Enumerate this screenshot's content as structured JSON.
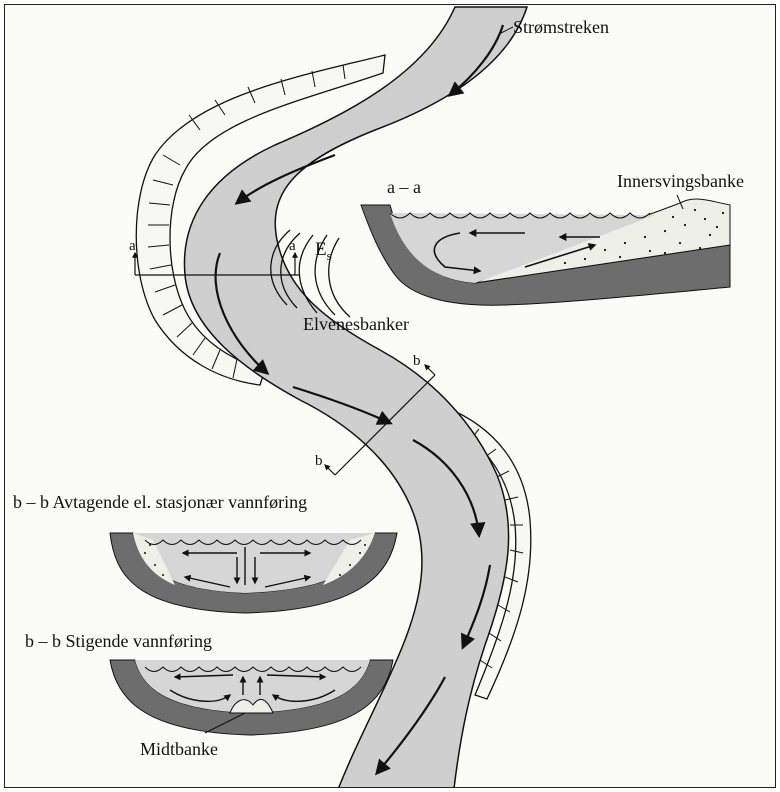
{
  "labels": {
    "stromstreken": "Strømstreken",
    "innersvingsbanke": "Innersvingsbanke",
    "section_aa": "a – a",
    "es_main": "E",
    "es_sub": "s",
    "elvenesbanker": "Elvenesbanker",
    "mark_a": "a",
    "mark_b": "b",
    "bb_avtagende": "b – b Avtagende el. stasjonær vannføring",
    "bb_stigende": "b – b Stigende vannføring",
    "midtbanke": "Midtbanke"
  },
  "colors": {
    "river": "#cfcfcf",
    "bed": "#6d6d6d",
    "water": "#d6d6d6",
    "sand": "#efefe9",
    "outline": "#111111"
  }
}
